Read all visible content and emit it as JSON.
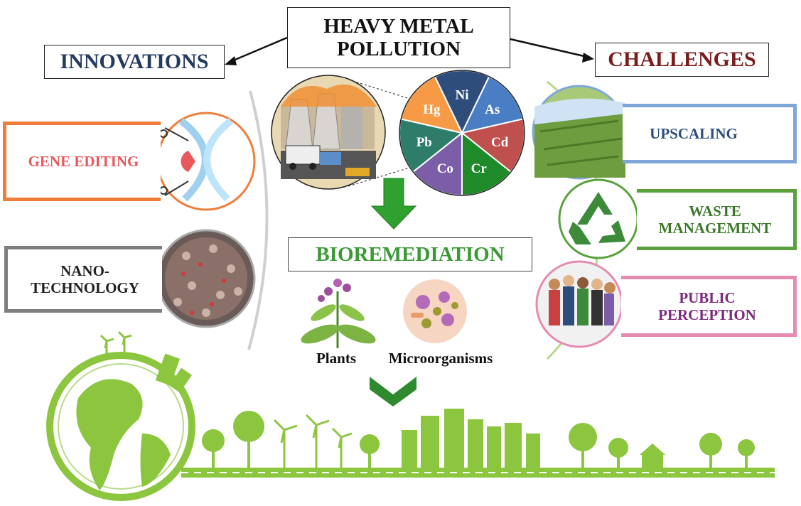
{
  "title": {
    "line1": "HEAVY METAL",
    "line2": "POLLUTION"
  },
  "innovations": {
    "heading": "INNOVATIONS",
    "gene_editing": "GENE EDITING",
    "nano_line1": "NANO-",
    "nano_line2": "TECHNOLOGY"
  },
  "challenges": {
    "heading": "CHALLENGES",
    "upscaling": "UPSCALING",
    "waste_line1": "WASTE",
    "waste_line2": "MANAGEMENT",
    "public_line1": "PUBLIC",
    "public_line2": "PERCEPTION"
  },
  "metals": [
    {
      "symbol": "Ni",
      "color": "#2e4d7b"
    },
    {
      "symbol": "As",
      "color": "#4a7ec4"
    },
    {
      "symbol": "Cd",
      "color": "#c0504d"
    },
    {
      "symbol": "Cr",
      "color": "#1f8a2a"
    },
    {
      "symbol": "Co",
      "color": "#7b5ea7"
    },
    {
      "symbol": "Pb",
      "color": "#2e7d6b"
    },
    {
      "symbol": "Hg",
      "color": "#f79a46"
    }
  ],
  "bioremediation": {
    "heading": "BIOREMEDIATION",
    "plants": "Plants",
    "microorganisms": "Microorganisms"
  },
  "colors": {
    "innovations_text": "#243b5e",
    "challenges_text": "#7a1c1c",
    "gene_editing": "#ef7d3a",
    "nano": "#7f7f7f",
    "upscaling": "#7fa8d8",
    "waste": "#5aa03c",
    "public": "#e58bb1",
    "green_arrow": "#2fa12f",
    "bioremediation_text": "#3a9a35",
    "eco_green": "#8cc63f"
  }
}
